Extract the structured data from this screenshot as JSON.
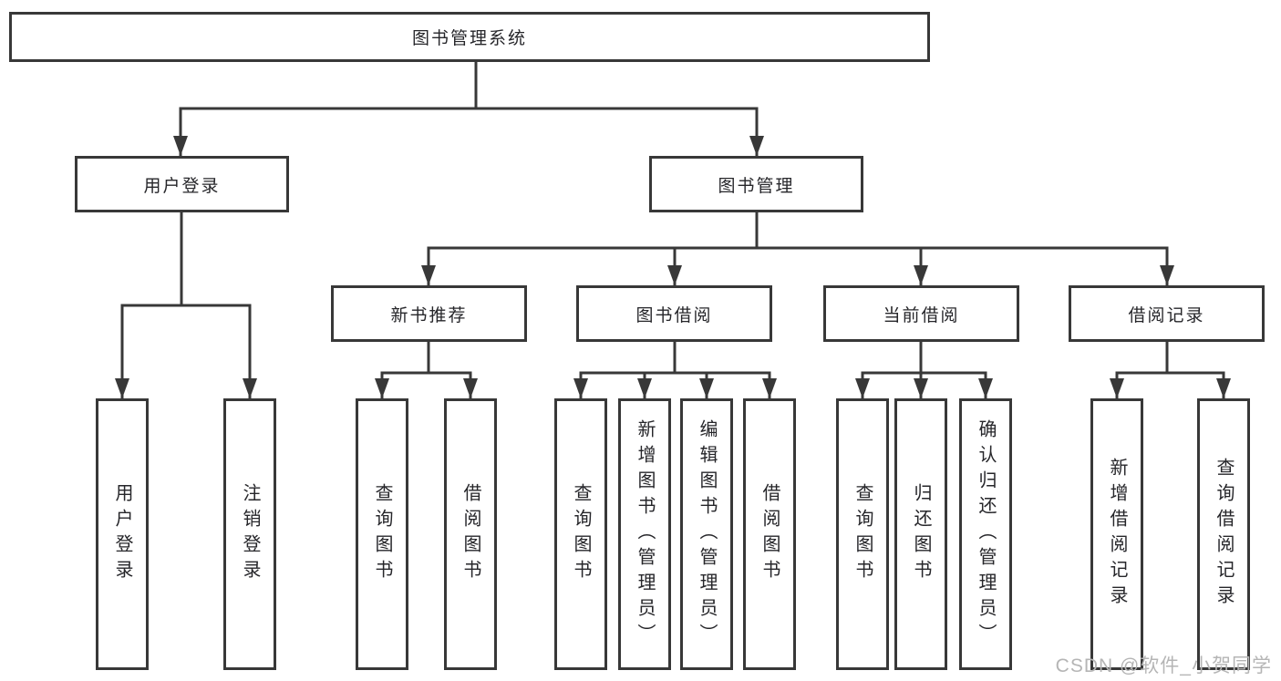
{
  "tree": {
    "root": {
      "label": "图书管理系统",
      "children": [
        {
          "label": "用户登录",
          "children": [
            {
              "label": "用户登录"
            },
            {
              "label": "注销登录"
            }
          ]
        },
        {
          "label": "图书管理",
          "children": [
            {
              "label": "新书推荐",
              "children": [
                {
                  "label": "查询图书"
                },
                {
                  "label": "借阅图书"
                }
              ]
            },
            {
              "label": "图书借阅",
              "children": [
                {
                  "label": "查询图书"
                },
                {
                  "label": "新增图书（管理员）"
                },
                {
                  "label": "编辑图书（管理员）"
                },
                {
                  "label": "借阅图书"
                }
              ]
            },
            {
              "label": "当前借阅",
              "children": [
                {
                  "label": "查询图书"
                },
                {
                  "label": "归还图书"
                },
                {
                  "label": "确认归还（管理员）"
                }
              ]
            },
            {
              "label": "借阅记录",
              "children": [
                {
                  "label": "新增借阅记录"
                },
                {
                  "label": "查询借阅记录"
                }
              ]
            }
          ]
        }
      ]
    }
  },
  "watermark": "CSDN @软件_小贺同学",
  "colors": {
    "line": "#383838",
    "text": "#26262a",
    "watermark": "#b5b5b5",
    "background": "#ffffff"
  }
}
